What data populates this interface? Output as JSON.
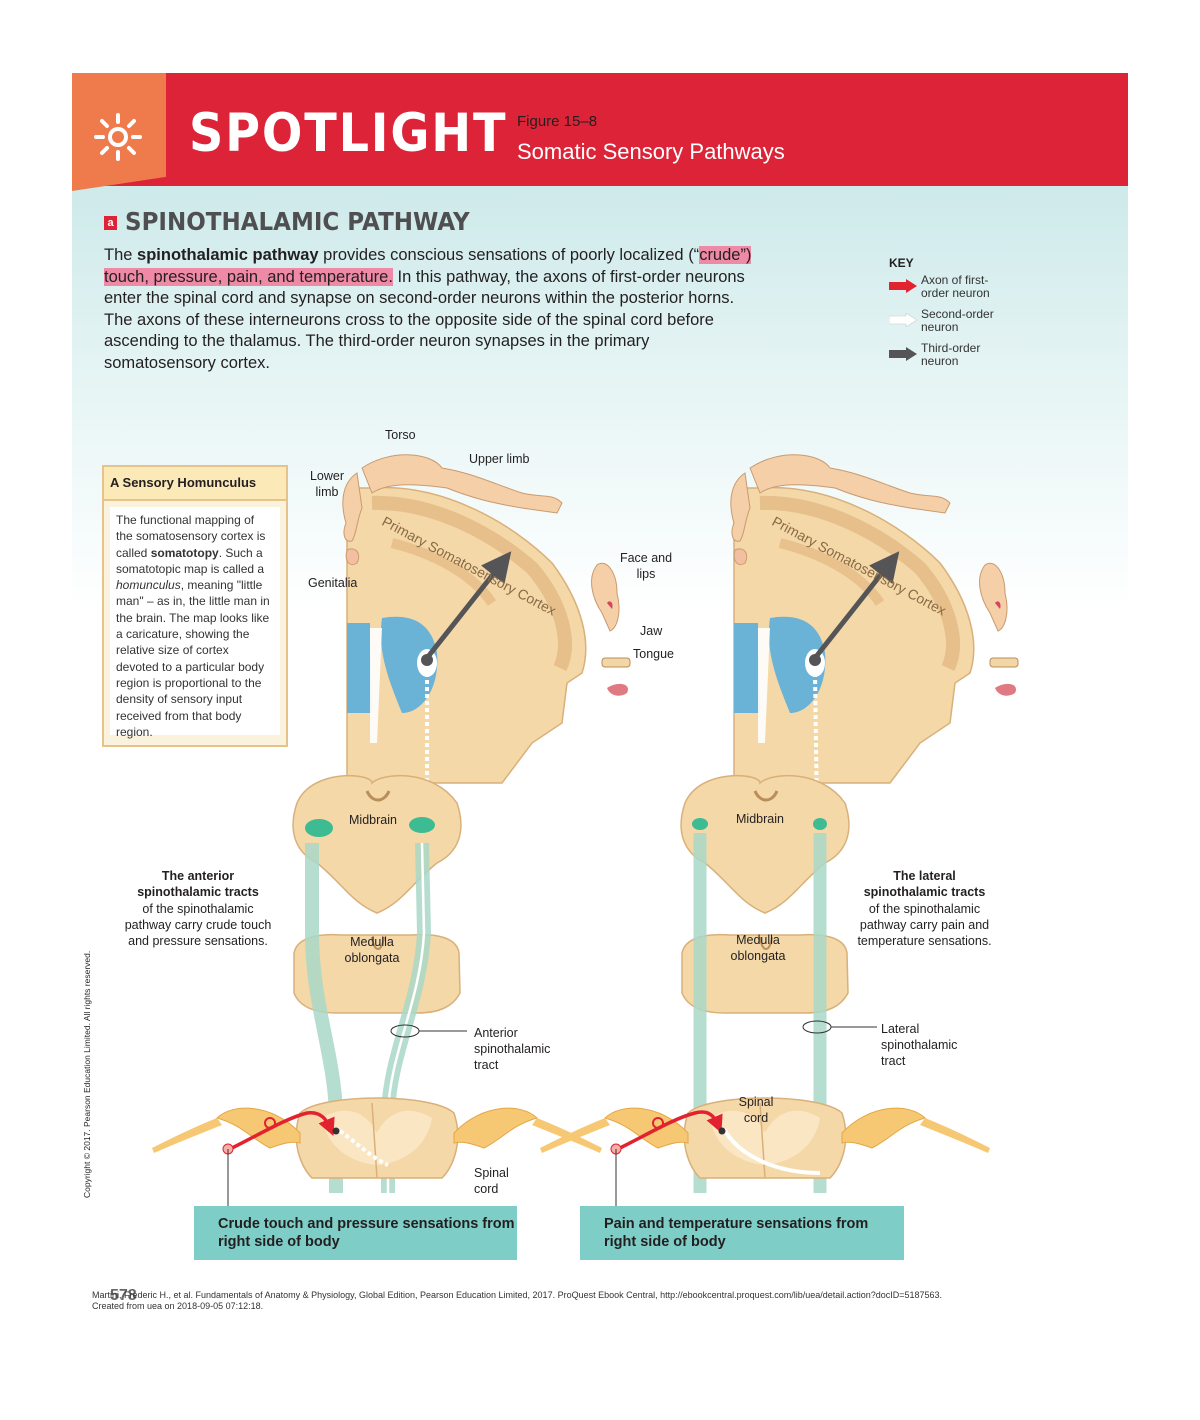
{
  "header": {
    "label": "SPOTLIGHT",
    "figure_number": "Figure 15–8",
    "figure_title": "Somatic Sensory Pathways"
  },
  "section": {
    "badge": "a",
    "title": "SPINOTHALAMIC PATHWAY",
    "intro": {
      "p1": "The ",
      "bold": "spinothalamic pathway",
      "p2": " provides conscious sensations of poorly localized (“",
      "highlight": "crude”) touch, pressure, pain, and temperature.",
      "p3": " In this pathway, the axons of first-order neurons enter the spinal cord and synapse on second-order neurons within the posterior horns. The axons of these interneurons cross to the opposite side of the spinal cord before ascending to the thalamus. The third-order neuron synapses in the primary somatosensory cortex."
    }
  },
  "key": {
    "title": "KEY",
    "items": [
      {
        "label": "Axon of first-order neuron",
        "color": "#e2222e"
      },
      {
        "label": "Second-order neuron",
        "color": "#ffffff"
      },
      {
        "label": "Third-order neuron",
        "color": "#555557"
      }
    ]
  },
  "homunculus_box": {
    "title": "A Sensory Homunculus",
    "t1": "The functional mapping of the somatosensory cortex is called ",
    "bold": "somatotopy",
    "t2": ". Such a somatotopic map is called a ",
    "italic": "homunculus",
    "t3": ", meaning \"little man\" – as in, the little man in the brain. The map looks like a caricature, showing the relative size of cortex devoted to a particular body region is proportional to the density of sensory input received from that body region."
  },
  "labels": {
    "cortex_arc": "Primary Somatosensory Cortex",
    "torso": "Torso",
    "upper_limb": "Upper limb",
    "lower_limb": "Lower limb",
    "genitalia": "Genitalia",
    "face_lips": "Face and lips",
    "jaw": "Jaw",
    "tongue": "Tongue",
    "midbrain": "Midbrain",
    "medulla": "Medulla oblongata",
    "anterior_tract": "Anterior spinothalamic tract",
    "lateral_tract": "Lateral spinothalamic tract",
    "spinal_cord": "Spinal cord"
  },
  "captions": {
    "anterior_bold": "The anterior spinothalamic tracts",
    "anterior_rest": "of the spinothalamic pathway carry crude touch and pressure sensations.",
    "lateral_bold": "The lateral spinothalamic tracts",
    "lateral_rest": "of the spinothalamic pathway carry pain and temperature sensations.",
    "box_left": "Crude touch and pressure sensations from right side of body",
    "box_right": "Pain and temperature sensations from right side of body"
  },
  "footer": {
    "copyright": "Copyright © 2017. Pearson Education Limited. All rights reserved.",
    "page_number": "578",
    "citation": "Martini, Frederic H., et al. Fundamentals of Anatomy & Physiology, Global Edition, Pearson Education Limited, 2017. ProQuest Ebook Central, http://ebookcentral.proquest.com/lib/uea/detail.action?docID=5187563.",
    "created": "Created from uea on 2018-09-05 07:12:18."
  },
  "colors": {
    "banner_red": "#dd2337",
    "banner_orange": "#ef7a4b",
    "tract_green": "#a9d8c8",
    "caption_teal": "#7ecec7",
    "highlight_pink": "#ef8aa6",
    "ventricle_blue": "#6bb3d6",
    "tissue_tan": "#f4d8a8"
  }
}
